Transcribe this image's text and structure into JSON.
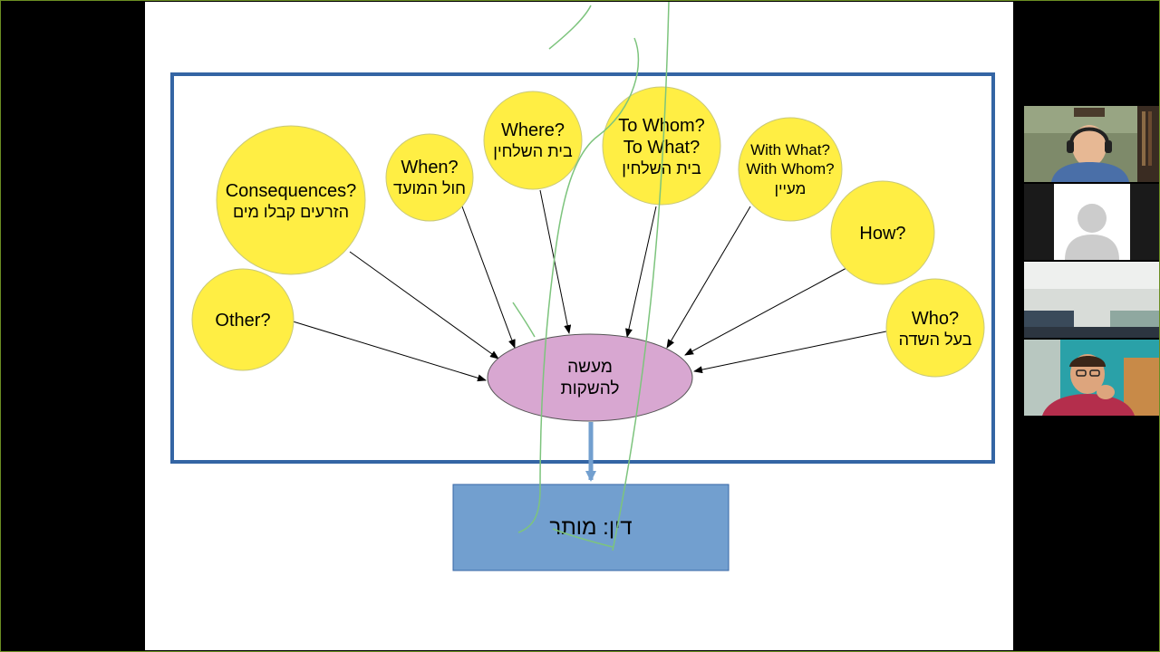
{
  "slide": {
    "center_node": {
      "line1": "מעשה",
      "line2": "להשקות"
    },
    "result_box": {
      "label": "דין: מותר"
    },
    "nodes": {
      "consequences": {
        "line1": "Consequences?",
        "line2": "הזרעים קבלו מים"
      },
      "when": {
        "line1": "When?",
        "line2": "חול המועד"
      },
      "where": {
        "line1": "Where?",
        "line2": "בית השלחין"
      },
      "to_whom": {
        "line1": "To Whom?",
        "line2": "To What?",
        "line3": "בית השלחין"
      },
      "with_what": {
        "line1": "With What?",
        "line2": "With Whom?",
        "line3": "מעיין"
      },
      "how": {
        "line1": "How?"
      },
      "who": {
        "line1": "Who?",
        "line2": "בעל השדה"
      },
      "other": {
        "line1": "Other?"
      }
    }
  },
  "colors": {
    "bubble_yellow": "#ffee44",
    "center_purple": "#d8a7d1",
    "result_blue": "#729fcf",
    "frame_blue": "#3465a4",
    "annotation_green": "#7dc47d"
  },
  "participants": [
    {
      "name": "presenter-video",
      "kind": "video"
    },
    {
      "name": "avatar-placeholder",
      "kind": "avatar"
    },
    {
      "name": "room-camera",
      "kind": "video"
    },
    {
      "name": "student-video",
      "kind": "video"
    }
  ]
}
